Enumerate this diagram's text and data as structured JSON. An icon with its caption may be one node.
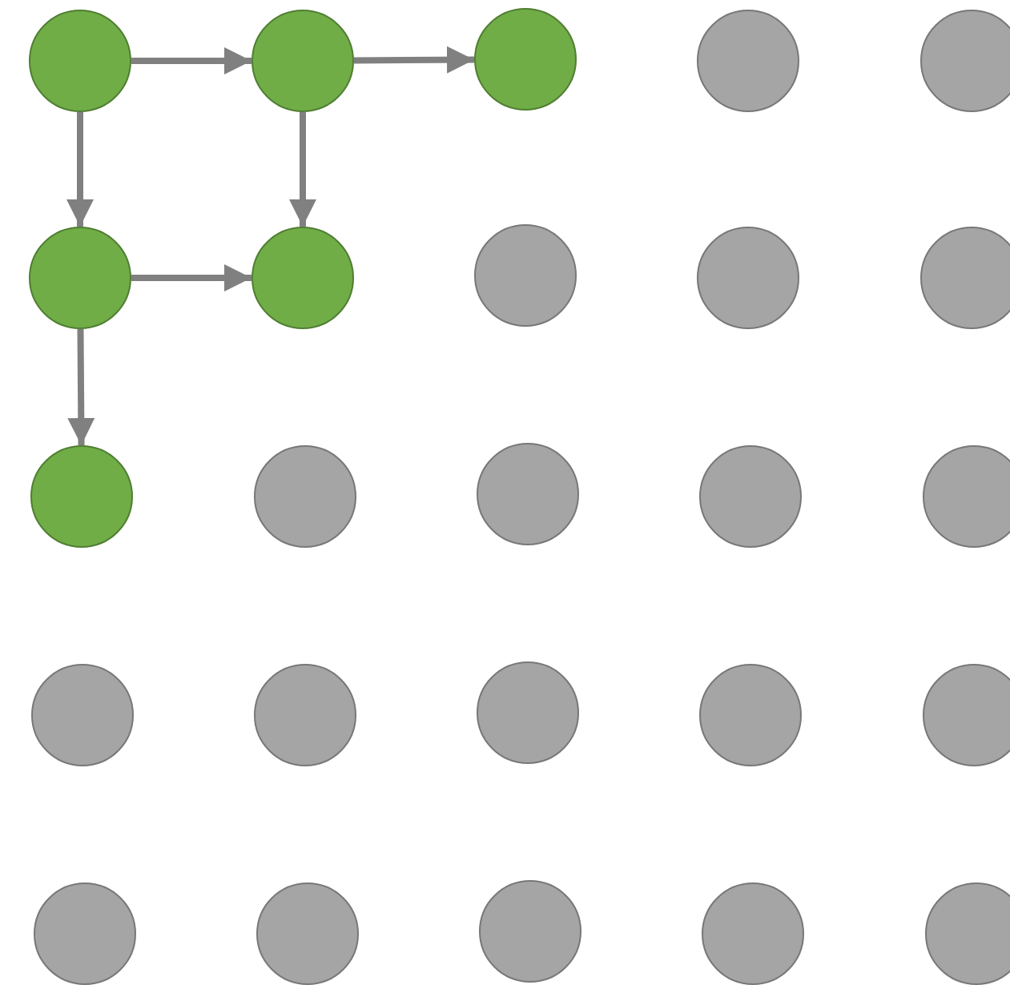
{
  "diagram": {
    "nodes": [
      {
        "text": [],
        "shape": "circle"
      },
      {
        "text": [],
        "shape": "circle"
      },
      {
        "text": [],
        "shape": "circle"
      },
      {
        "text": [],
        "shape": "circle"
      },
      {
        "text": [],
        "shape": "circle"
      },
      {
        "text": [],
        "shape": "circle"
      },
      {
        "text": [],
        "shape": "circle"
      },
      {
        "text": [],
        "shape": "circle"
      },
      {
        "text": [],
        "shape": "circle"
      },
      {
        "text": [],
        "shape": "circle"
      },
      {
        "text": [],
        "shape": "circle"
      },
      {
        "text": [],
        "shape": "circle"
      },
      {
        "text": [],
        "shape": "circle"
      },
      {
        "text": [],
        "shape": "circle"
      },
      {
        "text": [],
        "shape": "circle"
      },
      {
        "text": [],
        "shape": "circle"
      },
      {
        "text": [],
        "shape": "circle"
      },
      {
        "text": [],
        "shape": "circle"
      },
      {
        "text": [],
        "shape": "circle"
      },
      {
        "text": [],
        "shape": "circle"
      },
      {
        "text": [],
        "shape": "circle"
      },
      {
        "text": [],
        "shape": "circle"
      },
      {
        "text": [],
        "shape": "circle"
      },
      {
        "text": [],
        "shape": "circle"
      },
      {
        "text": [],
        "shape": "circle"
      }
    ],
    "edges": [
      {
        "from": 0,
        "to": 1,
        "arrow": "to"
      },
      {
        "from": 1,
        "to": 2,
        "arrow": "to"
      },
      {
        "from": 0,
        "to": 5,
        "arrow": "to"
      },
      {
        "from": 1,
        "to": 6,
        "arrow": "to"
      },
      {
        "from": 5,
        "to": 6,
        "arrow": "to"
      },
      {
        "from": 5,
        "to": 10,
        "arrow": "to"
      }
    ]
  }
}
